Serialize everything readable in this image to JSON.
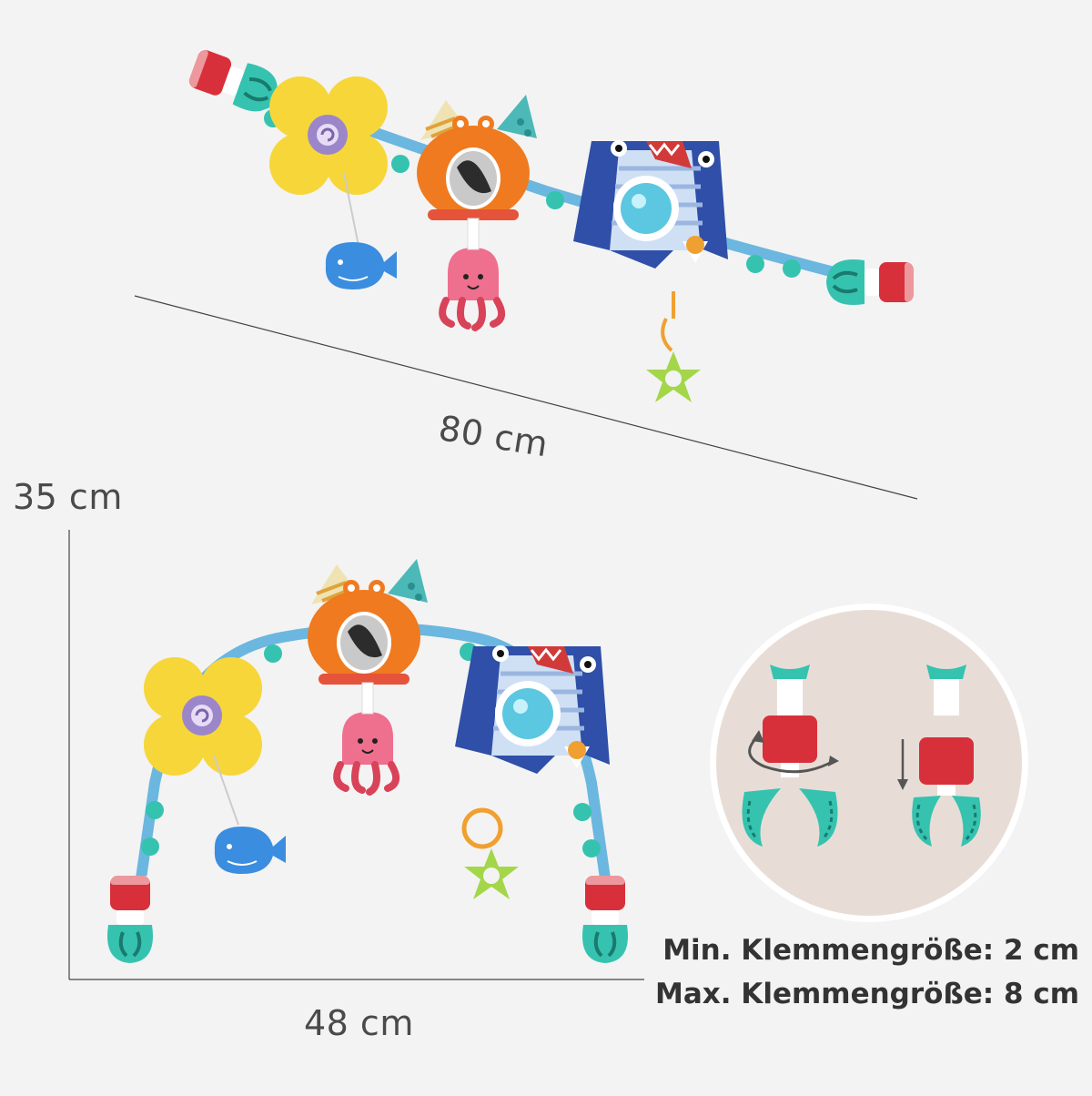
{
  "dimensions": {
    "length_label": "80 cm",
    "height_label": "35 cm",
    "width_label": "48 cm"
  },
  "clamp": {
    "min_label": "Min. Klemmengröße: 2 cm",
    "max_label": "Max. Klemmengröße: 8 cm"
  },
  "colors": {
    "background": "#f3f3f3",
    "dimension_line": "#444444",
    "text": "#4a4a4a",
    "flower_yellow": "#f7d63a",
    "crab_orange": "#f07a1f",
    "shark_blue": "#2f4fa8",
    "clip_red": "#d8303a",
    "clip_teal": "#35c3b0",
    "octopus_pink": "#ef6f8e",
    "whale_blue": "#3b8de0",
    "inset_bg": "#e8ddd6"
  },
  "icons": {
    "rotate": "rotate-arrow-icon",
    "down": "down-arrow-icon"
  }
}
